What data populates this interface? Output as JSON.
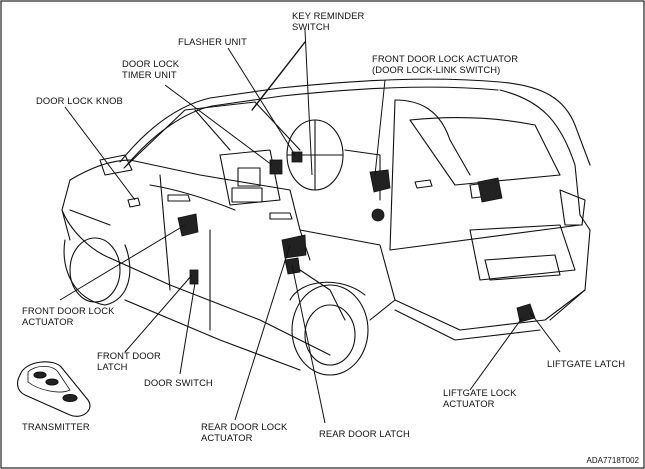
{
  "labels": {
    "key_reminder_switch": "KEY REMINDER\nSWITCH",
    "flasher_unit": "FLASHER UNIT",
    "door_lock_timer_unit": "DOOR LOCK\nTIMER UNIT",
    "door_lock_knob": "DOOR LOCK KNOB",
    "front_door_lock_actuator_top": "FRONT DOOR LOCK ACTUATOR\n(DOOR LOCK-LINK SWITCH)",
    "front_door_lock_actuator_left": "FRONT DOOR LOCK\nACTUATOR",
    "front_door_latch": "FRONT DOOR\nLATCH",
    "door_switch": "DOOR SWITCH",
    "liftgate_latch": "LIFTGATE LATCH",
    "liftgate_lock_actuator": "LIFTGATE LOCK\nACTUATOR",
    "transmitter": "TRANSMITTER",
    "rear_door_lock_actuator": "REAR DOOR LOCK\nACTUATOR",
    "rear_door_latch": "REAR DOOR LATCH"
  },
  "figure_code": "ADA7718T002"
}
